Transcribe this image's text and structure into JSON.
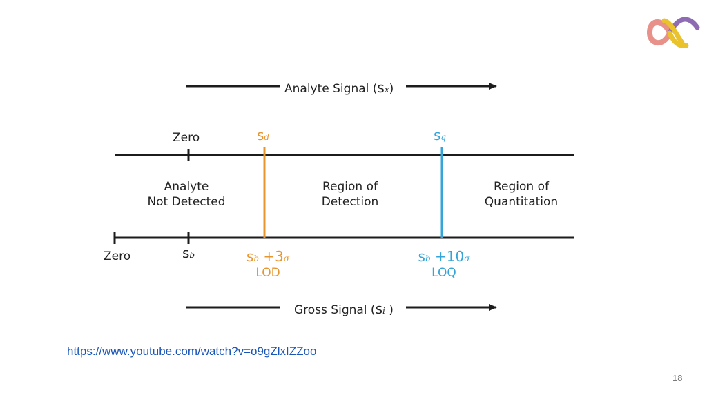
{
  "colors": {
    "orange": "#e8952e",
    "blue": "#35a4d8",
    "line": "#1c1c1c",
    "link": "#1a56b8",
    "logo_pink": "#e8908a",
    "logo_purple": "#8e6bb3",
    "logo_yellow": "#e9c22c"
  },
  "logo": {
    "icon": "alpha-logo-icon"
  },
  "diagram": {
    "analyte_signal_label": "Analyte Signal (",
    "analyte_signal_sym": "s",
    "analyte_signal_sub": "x",
    "analyte_signal_close": ")",
    "gross_signal_label": "Gross Signal (",
    "gross_signal_sym": "s",
    "gross_signal_sub": "i",
    "gross_signal_close": " )",
    "zero_top": "Zero",
    "sd_sym": "s",
    "sd_sub": "d",
    "sq_sym": "s",
    "sq_sub": "q",
    "region1_line1": "Analyte",
    "region1_line2": "Not Detected",
    "region2_line1": "Region of",
    "region2_line2": "Detection",
    "region3_line1": "Region of",
    "region3_line2": "Quantitation",
    "zero_bottom": "Zero",
    "sb_sym": "s",
    "sb_sub": "b",
    "lod_sym": "s",
    "lod_sub": "b",
    "lod_expr": " +3",
    "lod_sigma": "σ",
    "lod_label": "LOD",
    "loq_sym": "s",
    "loq_sub": "b",
    "loq_expr": " +10",
    "loq_sigma": "σ",
    "loq_label": "LOQ"
  },
  "link_text": "https://www.youtube.com/watch?v=o9gZlxIZZoo",
  "page_number": "18"
}
